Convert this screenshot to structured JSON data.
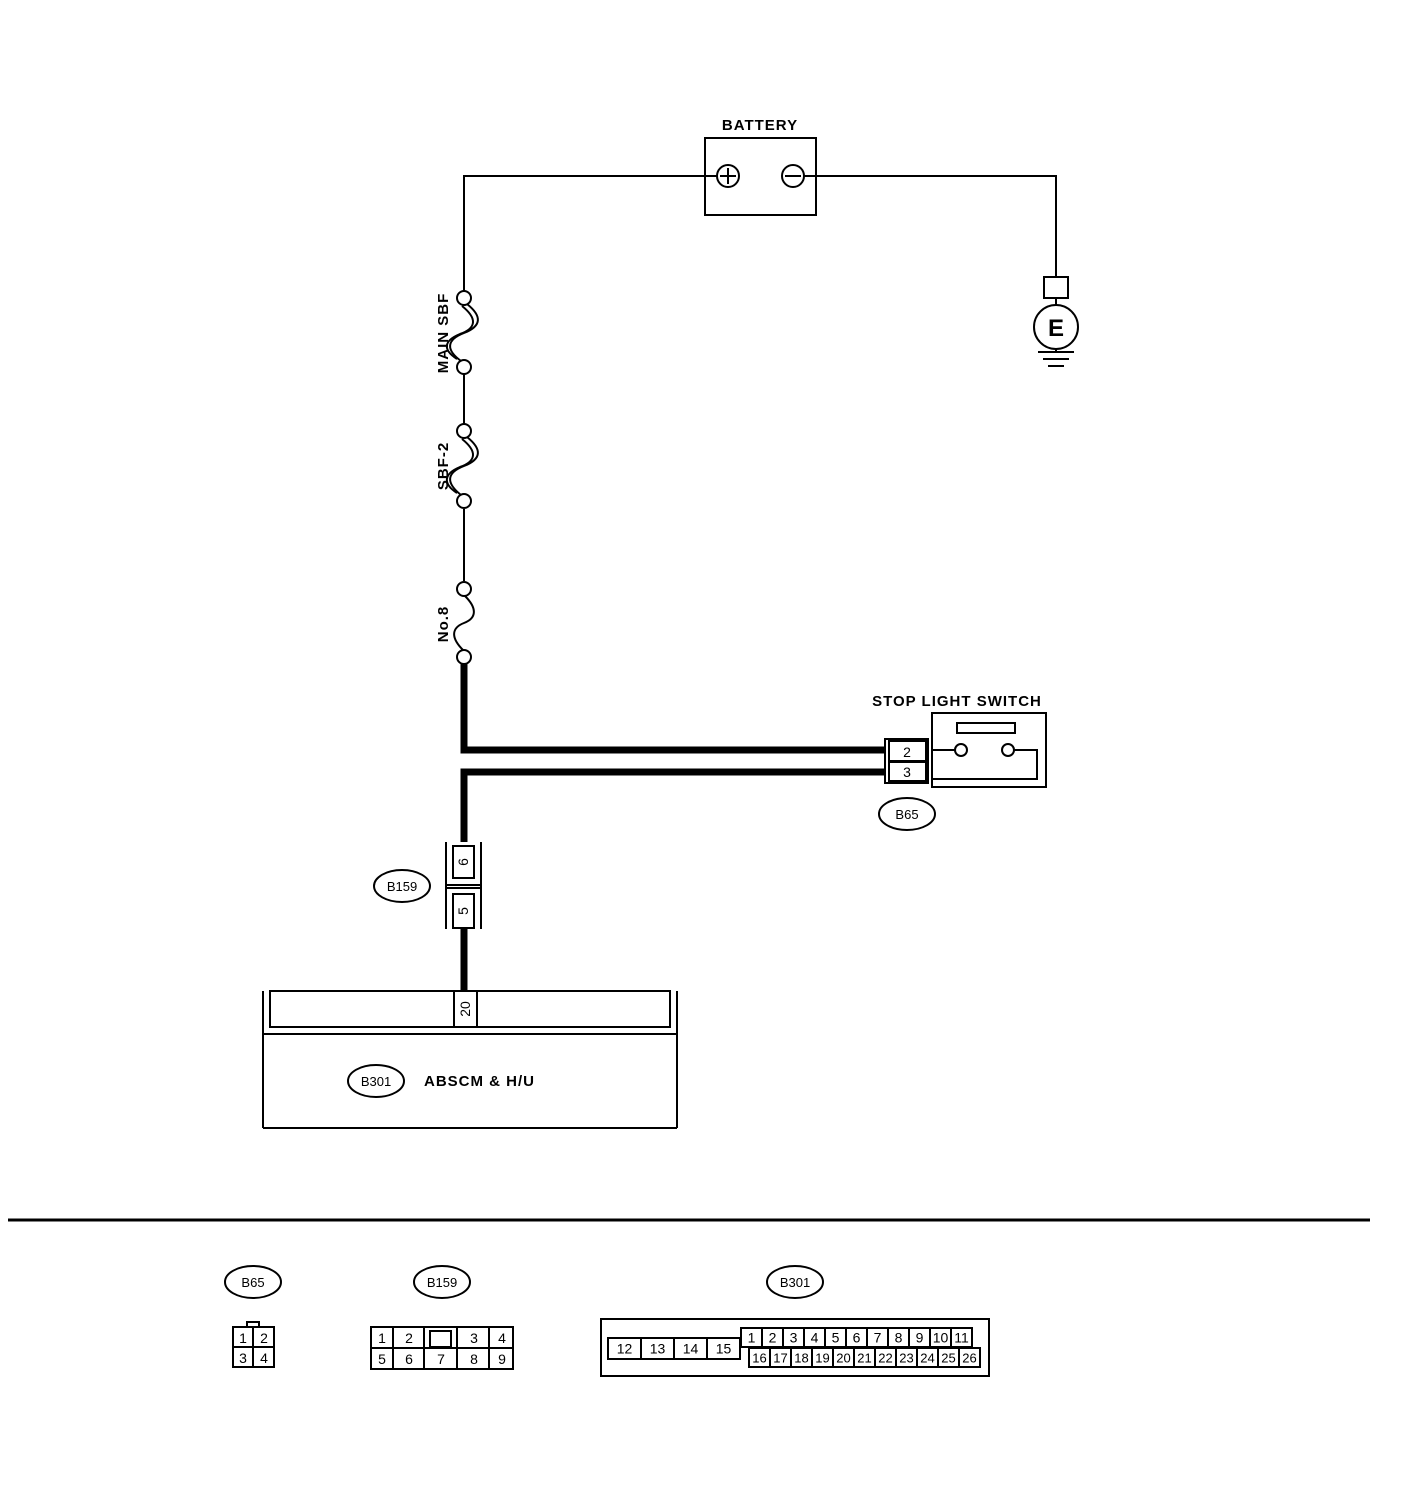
{
  "components": {
    "battery": {
      "label": "BATTERY",
      "positive_symbol": "+",
      "negative_symbol": "−"
    },
    "ground": {
      "label": "E"
    },
    "main_sbf": {
      "label": "MAIN SBF"
    },
    "sbf2": {
      "label": "SBF-2"
    },
    "fuse8": {
      "label": "No.8"
    },
    "stop_light_switch": {
      "label": "STOP LIGHT SWITCH",
      "connector": "B65",
      "pins": [
        "2",
        "3"
      ]
    },
    "b159": {
      "connector": "B159",
      "pins": [
        "6",
        "5"
      ]
    },
    "abscm": {
      "label": "ABSCM & H/U",
      "connector": "B301",
      "pin": "20"
    }
  },
  "connector_views": {
    "b65": {
      "name": "B65",
      "pins": [
        "1",
        "2",
        "3",
        "4"
      ]
    },
    "b159": {
      "name": "B159",
      "pins": [
        "1",
        "2",
        "3",
        "4",
        "5",
        "6",
        "7",
        "8",
        "9"
      ]
    },
    "b301": {
      "name": "B301",
      "left_pins": [
        "12",
        "13",
        "14",
        "15"
      ],
      "top_pins": [
        "1",
        "2",
        "3",
        "4",
        "5",
        "6",
        "7",
        "8",
        "9",
        "10",
        "11"
      ],
      "bottom_pins": [
        "16",
        "17",
        "18",
        "19",
        "20",
        "21",
        "22",
        "23",
        "24",
        "25",
        "26"
      ]
    }
  }
}
